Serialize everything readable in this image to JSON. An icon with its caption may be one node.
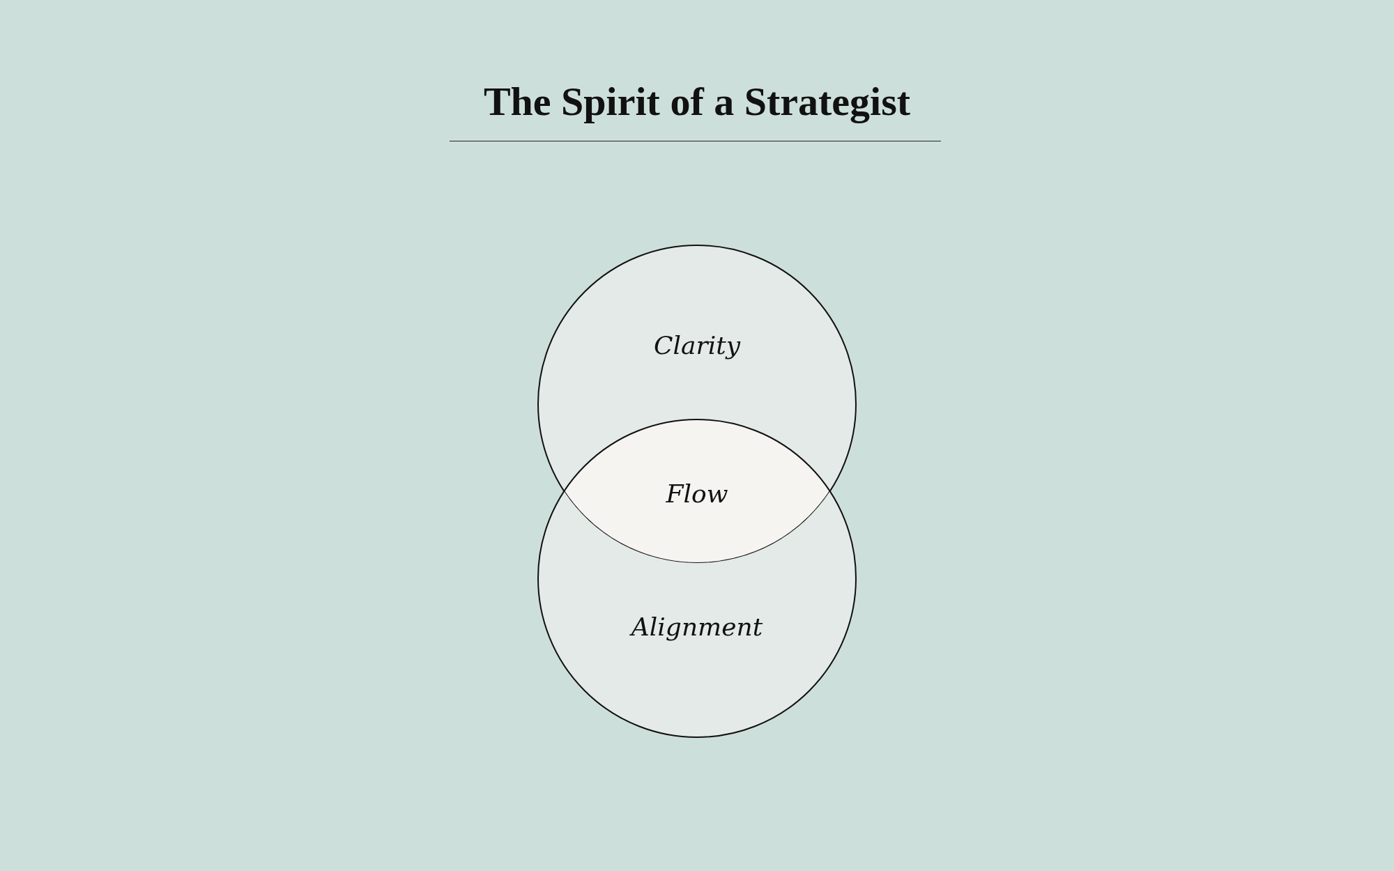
{
  "diagram": {
    "title": "The Spirit of a Strategist",
    "nodes": [
      {
        "text": [
          "Clarity"
        ]
      },
      {
        "text": [
          "Flow"
        ]
      },
      {
        "text": [
          "Alignment"
        ]
      }
    ],
    "edges": []
  }
}
